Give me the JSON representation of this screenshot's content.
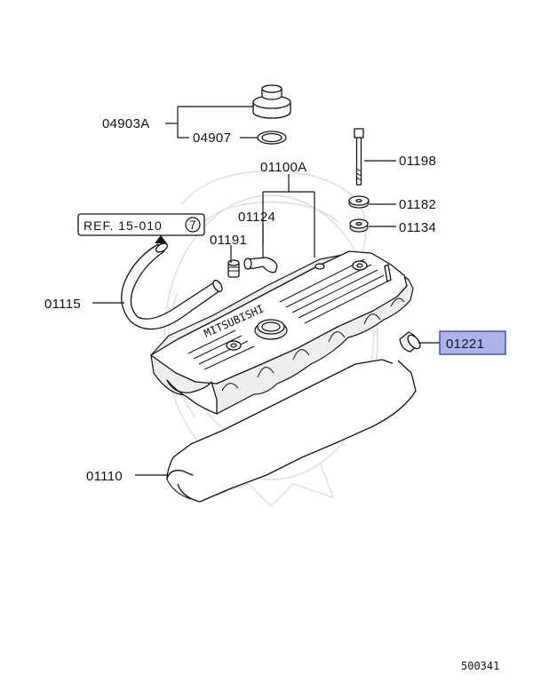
{
  "callouts": {
    "oil_cap_assembly": "04903A",
    "cap_gasket": "04907",
    "valve_cover_assembly": "01100A",
    "bolt": "01198",
    "washer": "01182",
    "insulator": "01134",
    "pcv_valve_hose": "01124",
    "pcv_valve": "01191",
    "breather_hose": "01115",
    "highlighted_part": "01221",
    "gasket": "01110"
  },
  "reference": {
    "text": "REF. 15-010",
    "circled_number": "7"
  },
  "cover_marking": "MITSUBISHI",
  "diagram_number": "500341",
  "colors": {
    "highlight_fill": "#aab4e8",
    "highlight_border": "#3040a0",
    "line": "#111111",
    "watermark": "#dcdcdc"
  }
}
